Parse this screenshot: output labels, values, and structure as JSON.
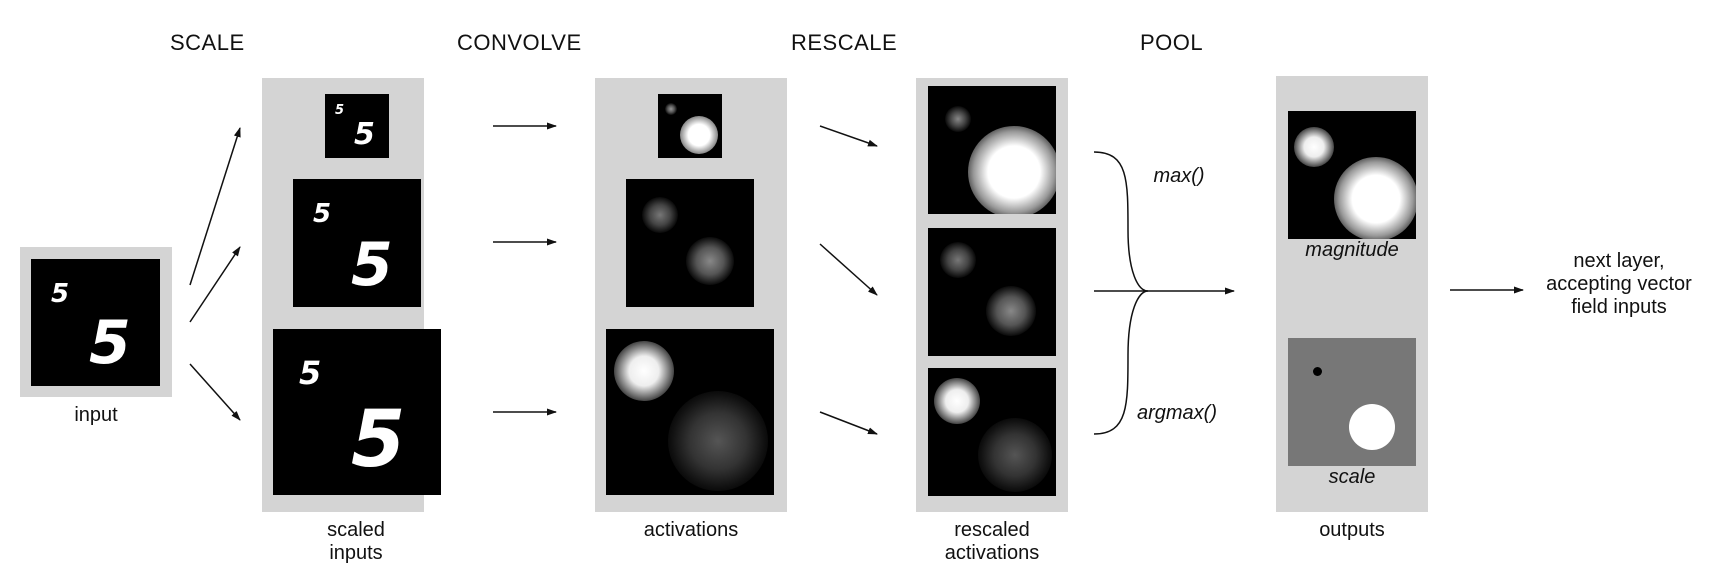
{
  "stages": {
    "scale": "SCALE",
    "convolve": "CONVOLVE",
    "rescale": "RESCALE",
    "pool": "POOL"
  },
  "digit": "5",
  "labels": {
    "input": "input",
    "scaled_inputs_1": "scaled",
    "scaled_inputs_2": "inputs",
    "activations": "activations",
    "rescaled_1": "rescaled",
    "rescaled_2": "activations",
    "outputs": "outputs",
    "magnitude": "magnitude",
    "scale": "scale",
    "max": "max()",
    "argmax": "argmax()",
    "next_1": "next layer,",
    "next_2": "accepting vector",
    "next_3": "field inputs"
  },
  "colors": {
    "panel": "#d4d4d4",
    "image_bg": "#000000",
    "scale_map_bg": "#777777",
    "arrow": "#111111"
  }
}
